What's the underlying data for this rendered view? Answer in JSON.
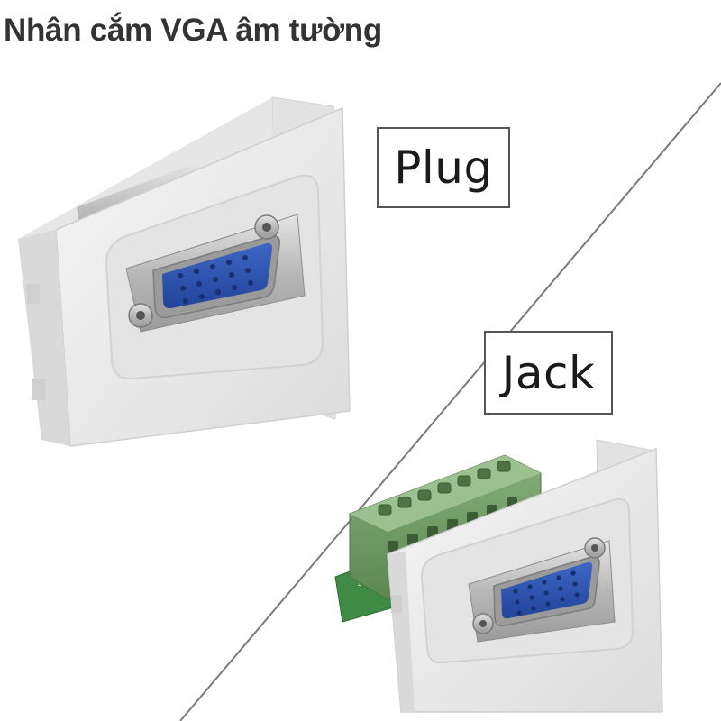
{
  "header": {
    "title": "Nhân cắm VGA âm tường"
  },
  "labels": {
    "plug": "Plug",
    "jack": "Jack"
  },
  "colors": {
    "faceplate": "#ececec",
    "vga_insert": "#2f55b0",
    "terminal_block": "#6f9a64",
    "pcb": "#3f8a45",
    "divider": "#777777",
    "metal": "#c9c9c9"
  },
  "icons": {
    "plug_module": "vga-plug-faceplate",
    "jack_module": "vga-jack-faceplate-with-terminal-block"
  }
}
